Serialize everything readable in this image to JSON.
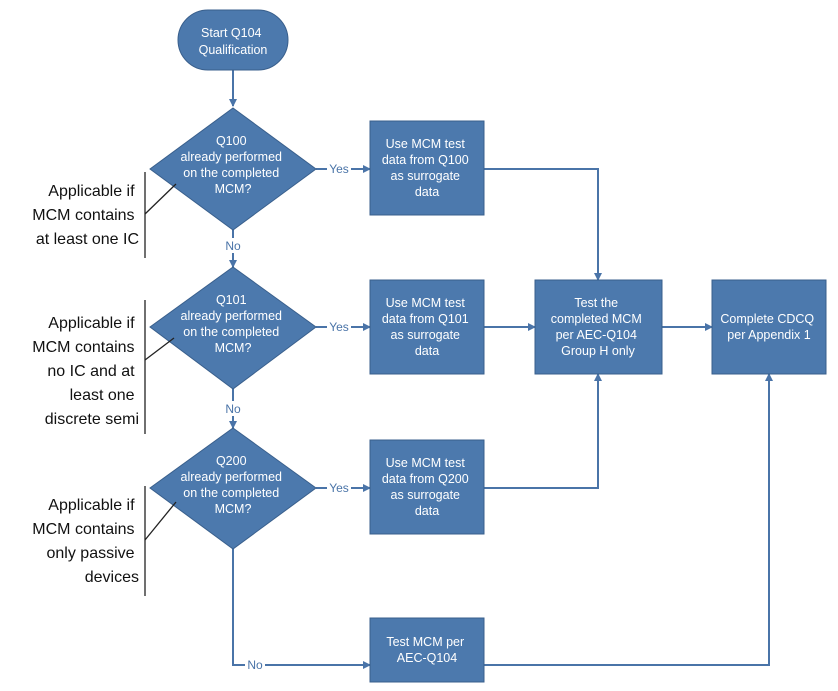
{
  "nodes": {
    "start": [
      "Start Q104",
      "Qualification"
    ],
    "decision_q100": [
      "Q100",
      "already performed",
      "on the completed",
      "MCM?"
    ],
    "decision_q101": [
      "Q101",
      "already performed",
      "on the completed",
      "MCM?"
    ],
    "decision_q200": [
      "Q200",
      "already performed",
      "on the completed",
      "MCM?"
    ],
    "use_q100": [
      "Use MCM test",
      "data from Q100",
      "as surrogate",
      "data"
    ],
    "use_q101": [
      "Use MCM test",
      "data from Q101",
      "as surrogate",
      "data"
    ],
    "use_q200": [
      "Use MCM test",
      "data from Q200",
      "as surrogate",
      "data"
    ],
    "test_group_h": [
      "Test the",
      "completed MCM",
      "per AEC-Q104",
      "Group H only"
    ],
    "complete_cdcq": [
      "Complete CDCQ",
      "per Appendix 1"
    ],
    "test_mcm": [
      "Test MCM per",
      "AEC-Q104"
    ]
  },
  "edge_labels": {
    "yes_q100": "Yes",
    "yes_q101": "Yes",
    "yes_q200": "Yes",
    "no_q100": "No",
    "no_q101": "No",
    "no_q200": "No"
  },
  "annotations": {
    "q100_note": [
      "Applicable if",
      "MCM contains",
      "at least one IC"
    ],
    "q101_note": [
      "Applicable if",
      "MCM contains",
      "no IC and at",
      "least one",
      "discrete semi"
    ],
    "q200_note": [
      "Applicable if",
      "MCM contains",
      "only passive",
      "devices"
    ]
  },
  "colors": {
    "shape_fill": "#4c79ad",
    "shape_stroke": "#395f8c",
    "connector": "#4a74a8",
    "node_text": "#ffffff",
    "annotation_text": "#111111"
  }
}
